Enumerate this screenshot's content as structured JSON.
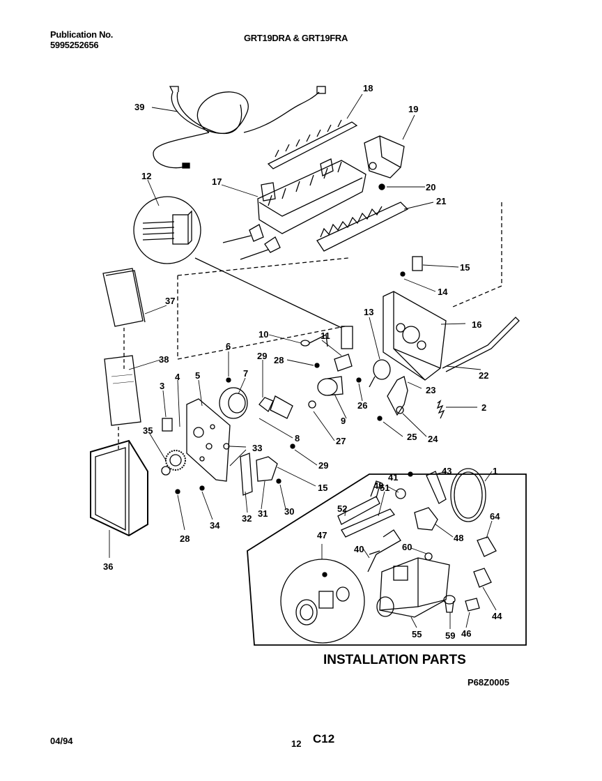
{
  "header": {
    "pub_label": "Publication No.",
    "pub_number": "5995252656",
    "model": "GRT19DRA & GRT19FRA"
  },
  "footer": {
    "date": "04/94",
    "page_number": "12",
    "page_code": "C12"
  },
  "diagram": {
    "installation_label": "INSTALLATION PARTS",
    "drawing_code": "P68Z0005",
    "callouts": [
      "39",
      "18",
      "19",
      "12",
      "17",
      "20",
      "21",
      "15",
      "14",
      "37",
      "13",
      "16",
      "10",
      "11",
      "6",
      "29",
      "28",
      "38",
      "3",
      "4",
      "5",
      "7",
      "26",
      "23",
      "22",
      "2",
      "9",
      "8",
      "27",
      "25",
      "24",
      "35",
      "33",
      "29",
      "15",
      "28",
      "34",
      "32",
      "31",
      "30",
      "41",
      "43",
      "1",
      "49",
      "51",
      "52",
      "48",
      "64",
      "40",
      "60",
      "47",
      "44",
      "36",
      "55",
      "59",
      "46"
    ]
  }
}
